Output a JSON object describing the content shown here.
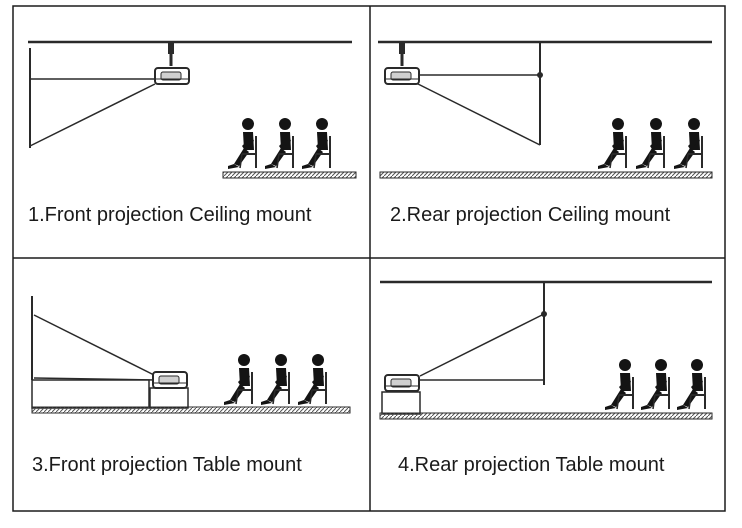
{
  "panels": [
    {
      "caption": "1.Front projection Ceiling mount"
    },
    {
      "caption": "2.Rear projection Ceiling mount"
    },
    {
      "caption": "3.Front projection Table mount"
    },
    {
      "caption": "4.Rear projection Table mount"
    }
  ],
  "colors": {
    "line": "#2a2a2a",
    "figure": "#141414",
    "frame": "#1c1c1c",
    "background": "#ffffff"
  }
}
